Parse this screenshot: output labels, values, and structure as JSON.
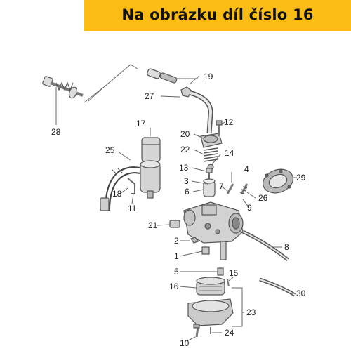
{
  "banner": {
    "text": "Na obrázku díl číslo 16",
    "bg": "#fbbc14"
  },
  "labels": [
    "19",
    "27",
    "28",
    "17",
    "20",
    "12",
    "22",
    "14",
    "25",
    "13",
    "3",
    "7",
    "4",
    "29",
    "18",
    "11",
    "6",
    "26",
    "9",
    "21",
    "2",
    "1",
    "8",
    "5",
    "15",
    "16",
    "23",
    "30",
    "24",
    "10"
  ],
  "colors": {
    "line": "#555555",
    "part_fill": "#d9d9d9",
    "part_dark": "#8a8a8a"
  }
}
